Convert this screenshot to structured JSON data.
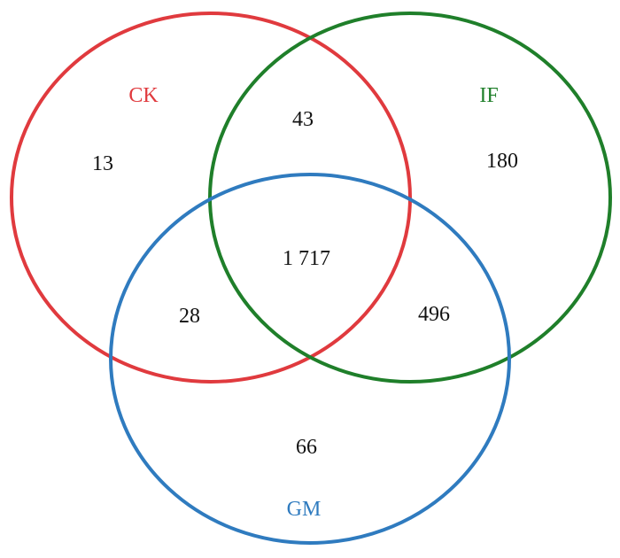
{
  "diagram": {
    "type": "venn",
    "sets": [
      {
        "key": "ck",
        "label": "CK",
        "color": "#e03a3e"
      },
      {
        "key": "if",
        "label": "IF",
        "color": "#1f7f2a"
      },
      {
        "key": "gm",
        "label": "GM",
        "color": "#2f7bbf"
      }
    ],
    "regions": {
      "ck_only": "13",
      "if_only": "180",
      "gm_only": "66",
      "ck_if": "43",
      "ck_gm": "28",
      "if_gm": "496",
      "ck_if_gm": "1 717"
    }
  }
}
